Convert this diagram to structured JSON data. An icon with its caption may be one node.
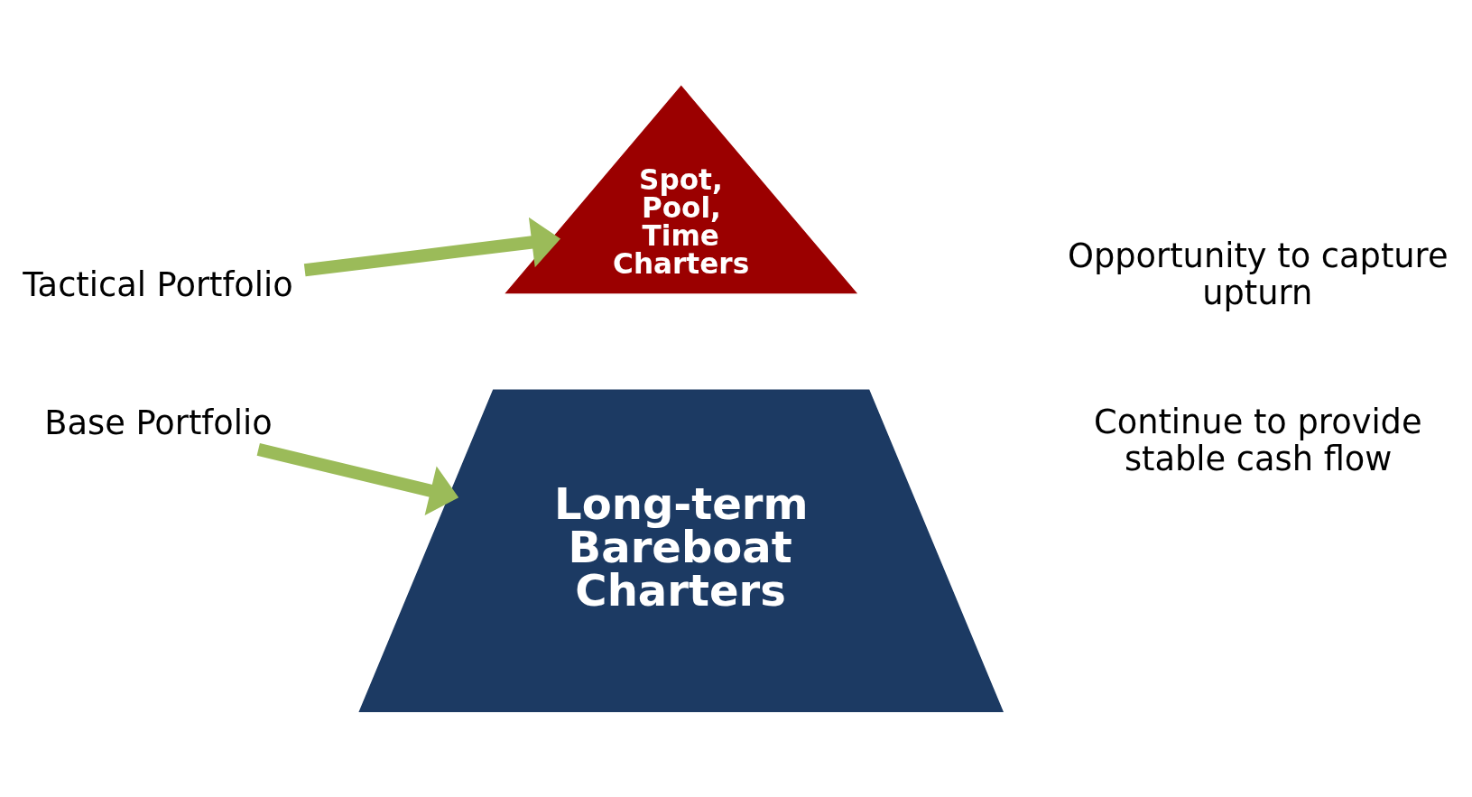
{
  "diagram": {
    "nodes": [
      {
        "text": [
          "Tactical Portfolio"
        ]
      },
      {
        "text": [
          "Spot, Pool, Time Charters"
        ]
      },
      {
        "text": [
          "Base Portfolio"
        ]
      },
      {
        "text": [
          "Long-term Bareboat Charters"
        ]
      }
    ],
    "labels": [
      "Opportunity to capture upturn",
      "Continue to provide stable cash flow"
    ],
    "edges": [
      {
        "from": 0,
        "to": 1,
        "arrow": "to"
      },
      {
        "from": 2,
        "to": 3,
        "arrow": "to"
      }
    ]
  }
}
